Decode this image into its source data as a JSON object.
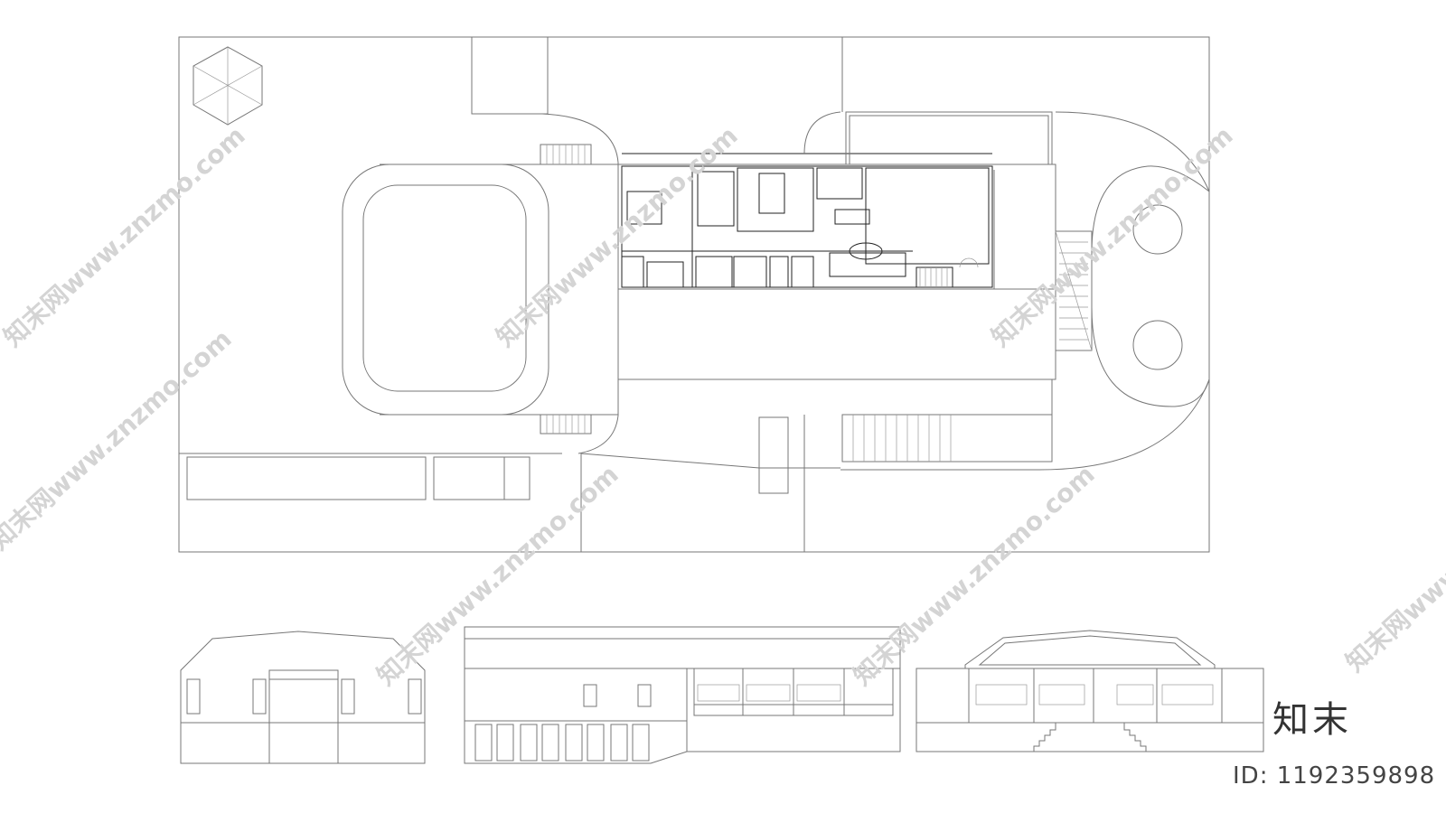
{
  "drawing": {
    "site_plan_label": "",
    "elevations": [
      "side-elevation",
      "long-elevation",
      "front-elevation"
    ]
  },
  "watermark": {
    "text": "知末网www.znzmo.com"
  },
  "brand": {
    "mark": "知末",
    "id_label": "ID: 1192359898"
  },
  "icons": {
    "compass": "hexagon-north-icon"
  }
}
